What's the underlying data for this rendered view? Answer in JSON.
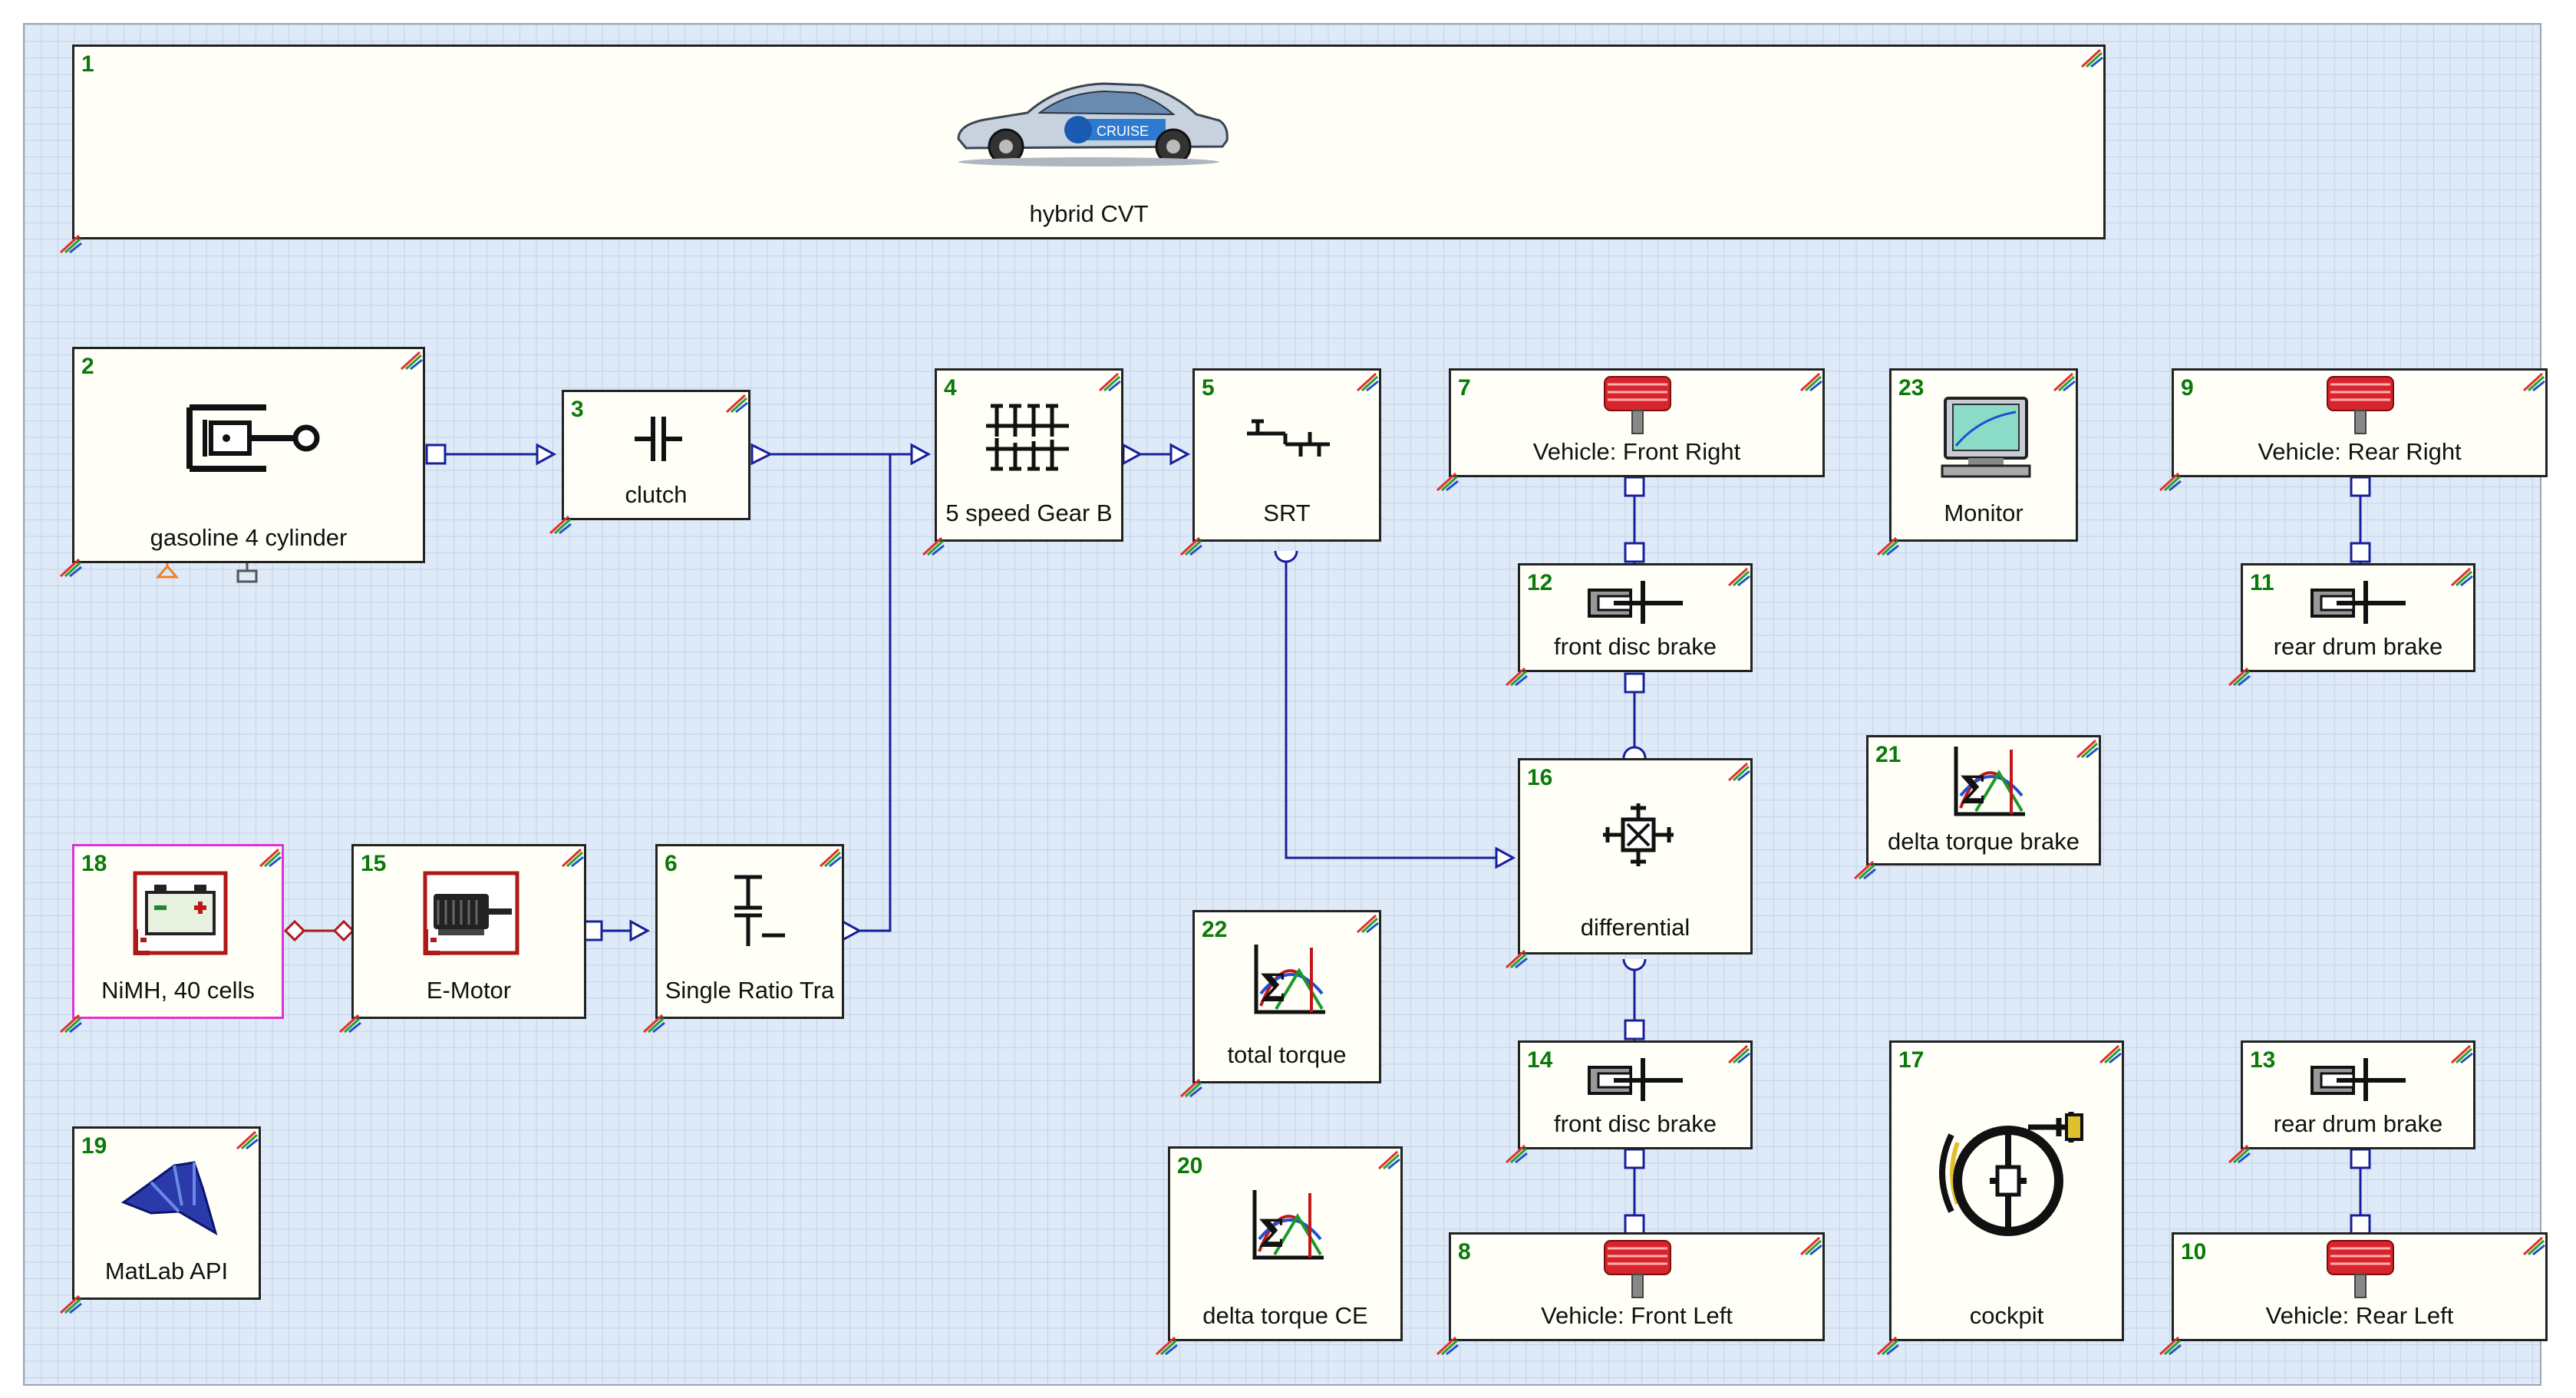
{
  "blocks": [
    {
      "id": "hybrid-cvt",
      "number": "1",
      "label": "hybrid CVT",
      "icon": "car-icon"
    },
    {
      "id": "gasoline-engine",
      "number": "2",
      "label": "gasoline 4 cylinder",
      "icon": "engine-icon"
    },
    {
      "id": "clutch",
      "number": "3",
      "label": "clutch",
      "icon": "clutch-icon"
    },
    {
      "id": "gearbox",
      "number": "4",
      "label": "5 speed Gear B",
      "icon": "gearbox-icon"
    },
    {
      "id": "srt",
      "number": "5",
      "label": "SRT",
      "icon": "srt-icon"
    },
    {
      "id": "single-ratio",
      "number": "6",
      "label": "Single Ratio Tra",
      "icon": "single-ratio-icon"
    },
    {
      "id": "vehicle-front-right",
      "number": "7",
      "label": "Vehicle: Front Right",
      "icon": "wheel-icon"
    },
    {
      "id": "vehicle-front-left",
      "number": "8",
      "label": "Vehicle: Front Left",
      "icon": "wheel-icon"
    },
    {
      "id": "vehicle-rear-right",
      "number": "9",
      "label": "Vehicle: Rear Right",
      "icon": "wheel-icon"
    },
    {
      "id": "vehicle-rear-left",
      "number": "10",
      "label": "Vehicle: Rear Left",
      "icon": "wheel-icon"
    },
    {
      "id": "rear-drum-brake-top",
      "number": "11",
      "label": "rear drum brake",
      "icon": "brake-icon"
    },
    {
      "id": "front-disc-brake-top",
      "number": "12",
      "label": "front disc brake",
      "icon": "brake-icon"
    },
    {
      "id": "rear-drum-brake-bottom",
      "number": "13",
      "label": "rear drum brake",
      "icon": "brake-icon"
    },
    {
      "id": "front-disc-brake-bottom",
      "number": "14",
      "label": "front disc brake",
      "icon": "brake-icon"
    },
    {
      "id": "e-motor",
      "number": "15",
      "label": "E-Motor",
      "icon": "motor-icon"
    },
    {
      "id": "differential",
      "number": "16",
      "label": "differential",
      "icon": "differential-icon"
    },
    {
      "id": "cockpit",
      "number": "17",
      "label": "cockpit",
      "icon": "steering-wheel-icon"
    },
    {
      "id": "battery",
      "number": "18",
      "label": "NiMH, 40 cells",
      "icon": "battery-icon"
    },
    {
      "id": "matlab-api",
      "number": "19",
      "label": "MatLab API",
      "icon": "matlab-icon"
    },
    {
      "id": "delta-torque-ce",
      "number": "20",
      "label": "delta torque CE",
      "icon": "sum-chart-icon"
    },
    {
      "id": "delta-torque-brake",
      "number": "21",
      "label": "delta torque brake",
      "icon": "sum-chart-icon"
    },
    {
      "id": "total-torque",
      "number": "22",
      "label": "total torque",
      "icon": "sum-chart-icon"
    },
    {
      "id": "monitor",
      "number": "23",
      "label": "Monitor",
      "icon": "monitor-icon"
    }
  ],
  "colors": {
    "wire": "#16209a",
    "number": "#0a7a0a",
    "selection": "#e030d8",
    "grid_background": "#dfeaf8",
    "wheel": "#d8242c",
    "motor_red": "#b01818"
  },
  "car_badge": "CRUISE"
}
